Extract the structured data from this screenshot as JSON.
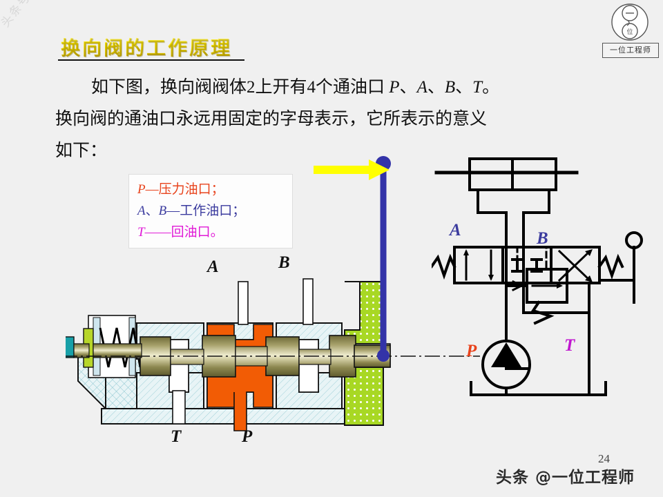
{
  "slide": {
    "title": "换向阀的工作原理",
    "page_number": "24",
    "paragraph_line1": "如下图，换向阀阀体2上开有4个通油口 ",
    "paragraph_p": "P",
    "paragraph_sep1": "、",
    "paragraph_a": "A",
    "paragraph_sep2": "、",
    "paragraph_b": "B",
    "paragraph_sep3": "、",
    "paragraph_t": "T",
    "paragraph_end": "。",
    "paragraph_line2": "换向阀的通油口永远用固定的字母表示，它所表示的意义",
    "paragraph_line3": "如下："
  },
  "watermarks": {
    "diagonal": "头条号：一位工程师",
    "bottom": "头条 @一位工程师"
  },
  "logo": {
    "caption": "一位工程师"
  },
  "legend": {
    "line_p_symbol": "P",
    "line_p_text": "—压力油口；",
    "line_ab_symbol_a": "A",
    "line_ab_sep": "、",
    "line_ab_symbol_b": "B",
    "line_ab_text": "—工作油口；",
    "line_t_symbol": "T",
    "line_t_text": "——回油口。"
  },
  "section_labels": {
    "A": "A",
    "B": "B",
    "T": "T",
    "P": "P"
  },
  "schematic_labels": {
    "A": "A",
    "B": "B",
    "P": "P",
    "T": "T"
  },
  "colors": {
    "title_gold": "#f5e000",
    "pressure_orange": "#f25c05",
    "spool_olive": "#8f8a4e",
    "body_hatch": "#e8f4f6",
    "end_block_green": "#a8d824",
    "lever_blue": "#3333a8",
    "arrow_yellow": "#ffff00",
    "cap_teal": "#18a0a8",
    "disc_yellowgreen": "#b7d62a",
    "label_blue": "#3b3b9e",
    "label_red": "#e8431c",
    "label_magenta": "#e01ad6",
    "background": "#f0f0f0"
  }
}
